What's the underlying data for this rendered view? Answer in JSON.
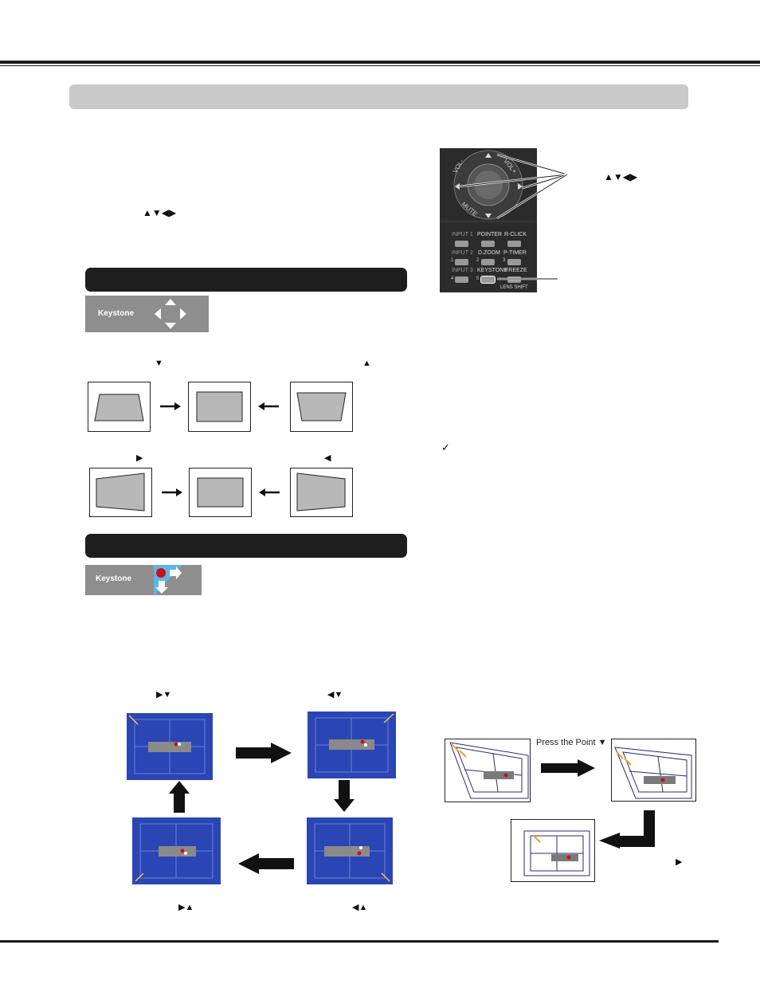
{
  "page": {
    "arrow_keys_left": "▲▼◀▶",
    "check_mark": "✓"
  },
  "remote": {
    "arrow_keys_label": "▲▼◀▶",
    "vol_minus": "VOL-",
    "vol_plus": "VOL+",
    "mute": "MUTE",
    "row1": {
      "input": "INPUT 1",
      "b1": "POINTER",
      "b2": "R-CLICK"
    },
    "row2": {
      "input": "INPUT 2",
      "b1": "D.ZOOM",
      "b2": "P-TIMER"
    },
    "row3": {
      "input": "INPUT 3",
      "b1": "KEYSTONE",
      "b2": "FREEZE"
    },
    "lens_shift": "LENS SHIFT",
    "num1": "1",
    "num2": "2",
    "num3": "3",
    "num4": "4",
    "num5": "5"
  },
  "keystone": {
    "menu_label": "Keystone",
    "press_down": "▼",
    "press_up": "▲",
    "press_right": "▶",
    "press_left": "◀"
  },
  "corner": {
    "menu_label": "Keystone",
    "top_left_keys": "▶▼",
    "top_right_keys": "◀▼",
    "bottom_left_keys": "▶▲",
    "bottom_right_keys": "◀▲",
    "press_point": "Press the Point ▼",
    "right_key": "▶"
  },
  "colors": {
    "screen_blue": "#2a46b5",
    "bar_gray": "#c9c9c9",
    "bar_dark": "#1e1e1e",
    "remote_body": "#2b2b2b"
  }
}
